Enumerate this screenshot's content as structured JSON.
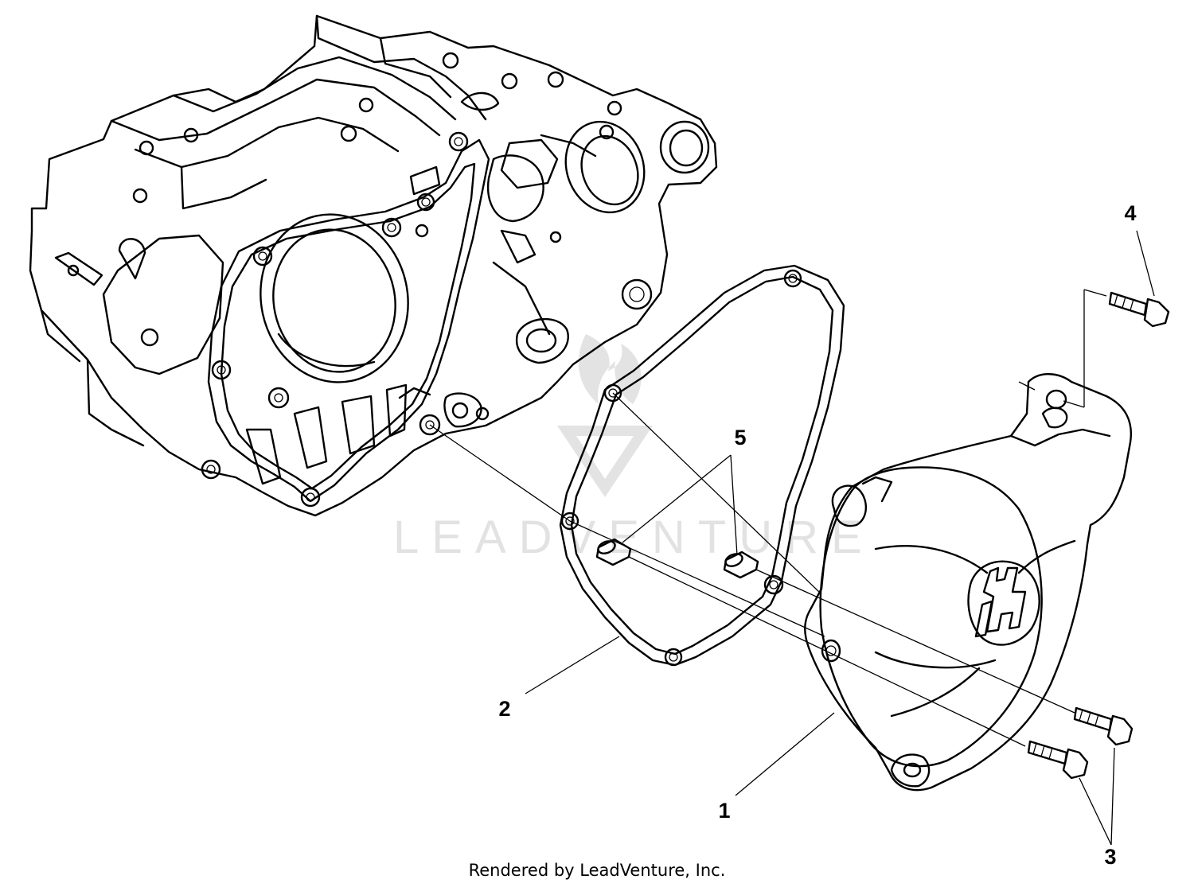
{
  "watermark": {
    "text": "LEADVENTURE"
  },
  "callouts": [
    {
      "id": "1",
      "label": "1",
      "part": "cover"
    },
    {
      "id": "2",
      "label": "2",
      "part": "gasket"
    },
    {
      "id": "3",
      "label": "3",
      "part": "lower-bolts"
    },
    {
      "id": "4",
      "label": "4",
      "part": "upper-bolt"
    },
    {
      "id": "5",
      "label": "5",
      "part": "dowel-pins"
    }
  ],
  "footer": {
    "text": "Rendered by LeadVenture, Inc."
  }
}
